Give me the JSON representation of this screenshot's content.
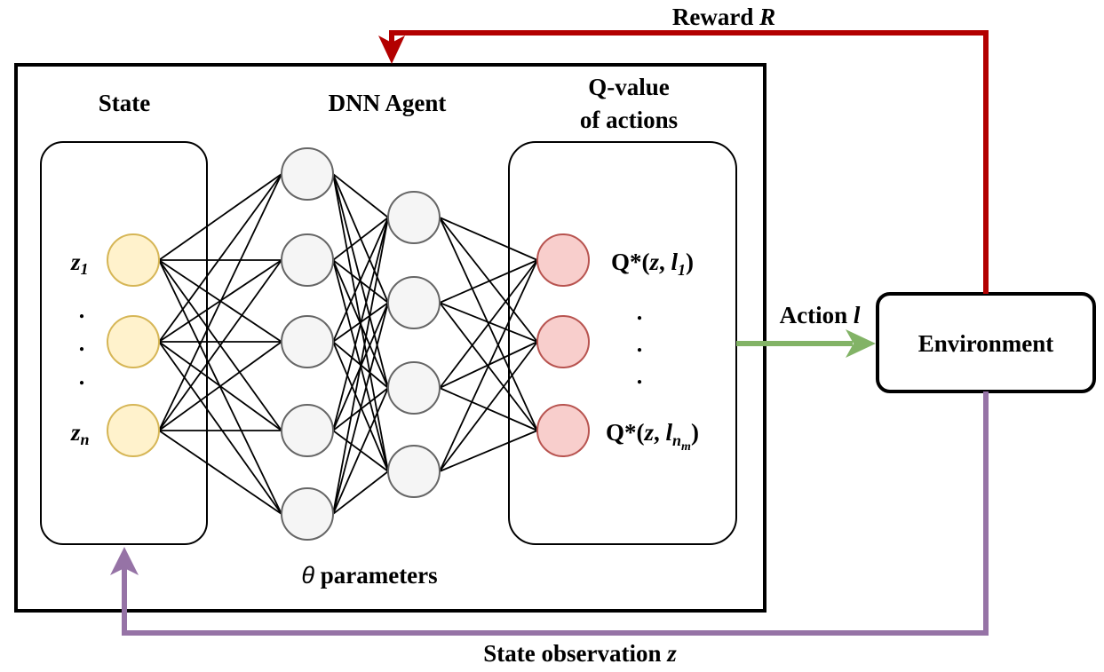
{
  "labels": {
    "state": "State",
    "agent": "DNN Agent",
    "qvalue_line1": "Q-value",
    "qvalue_line2": "of actions",
    "parameters_symbol": "θ",
    "parameters_text": " parameters",
    "environment": "Environment",
    "reward_text": "Reward ",
    "reward_var": "R",
    "action_text": "Action ",
    "action_var": "l",
    "observation_text": "State observation ",
    "observation_var": "z",
    "dot": "."
  },
  "inputs": [
    {
      "var": "z",
      "sub": "1"
    },
    {
      "var": "z",
      "sub": "n"
    }
  ],
  "outputs": [
    {
      "prefix": "Q*(",
      "var1": "z",
      "sep": ", ",
      "var2": "l",
      "sub": "1",
      "sub2": "",
      "suffix": ")"
    },
    {
      "prefix": "Q*(",
      "var1": "z",
      "sep": ", ",
      "var2": "l",
      "sub": "n",
      "sub2": "m",
      "suffix": ")"
    }
  ],
  "colors": {
    "reward_arrow": "#b30000",
    "action_arrow": "#82b366",
    "observation_arrow": "#9673a6",
    "input_node_fill": "#fff2cc",
    "input_node_stroke": "#d6b656",
    "hidden_node_fill": "#f5f5f5",
    "hidden_node_stroke": "#666666",
    "output_node_fill": "#f8cecc",
    "output_node_stroke": "#b85450"
  }
}
